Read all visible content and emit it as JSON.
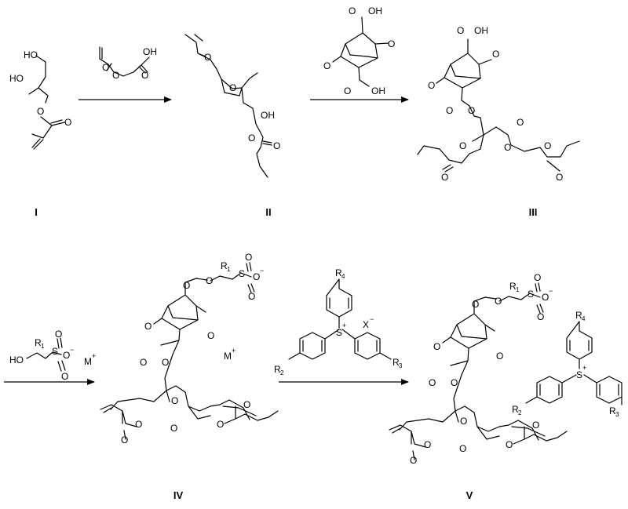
{
  "compound_labels": {
    "c1": "I",
    "c2": "II",
    "c3": "III",
    "c4": "IV",
    "c5": "V"
  },
  "atoms": {
    "hydroxyl": "HO",
    "hydroxyl_right": "OH",
    "oxygen": "O",
    "sulfur": "S",
    "r1": "R",
    "r1_sub": "1",
    "r2": "R",
    "r2_sub": "2",
    "r3": "R",
    "r3_sub": "3",
    "r4": "R",
    "r4_sub": "4",
    "metal": "M",
    "counterion": "X",
    "plus": "+",
    "minus": "−"
  }
}
